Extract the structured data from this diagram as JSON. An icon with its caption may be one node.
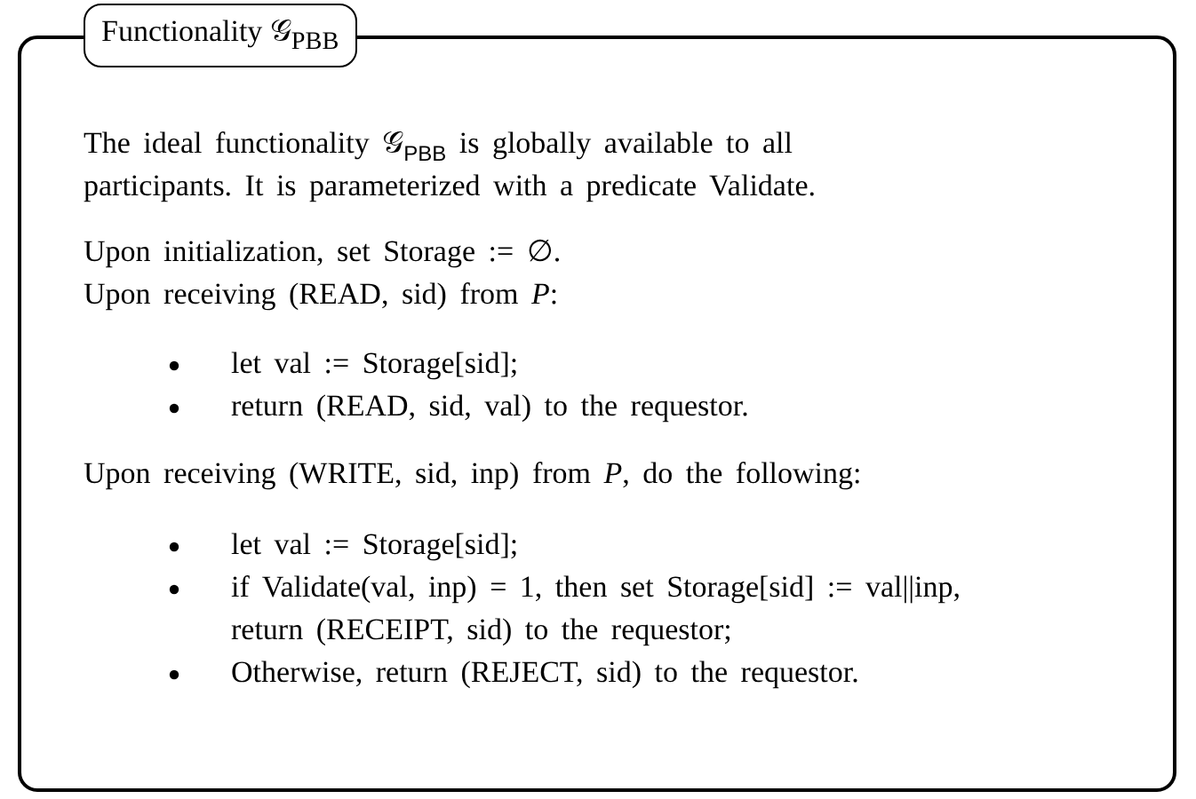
{
  "diagram": {
    "nodes": [
      {
        "text": [
          "The ideal functionality 𝒢$_{PBB}$ is globally available to all participants. It is parameterized with a predicate Validate.",
          "Upon initialization, set Storage := ∅.",
          "Upon receiving (READ, sid) from *P*:",
          "let val := Storage[sid];",
          "return (READ, sid, val) to the requestor.",
          "Upon receiving (WRITE, sid, inp) from *P*, do the following:",
          "let val := Storage[sid];",
          "if Validate(val, inp) = 1, then set Storage[sid] := val||inp, return (RECEIPT, sid) to the requestor;",
          "Otherwise, return (REJECT, sid) to the requestor."
        ]
      },
      {
        "text": [
          "Functionality 𝒢$_{PBB}$"
        ]
      }
    ]
  }
}
